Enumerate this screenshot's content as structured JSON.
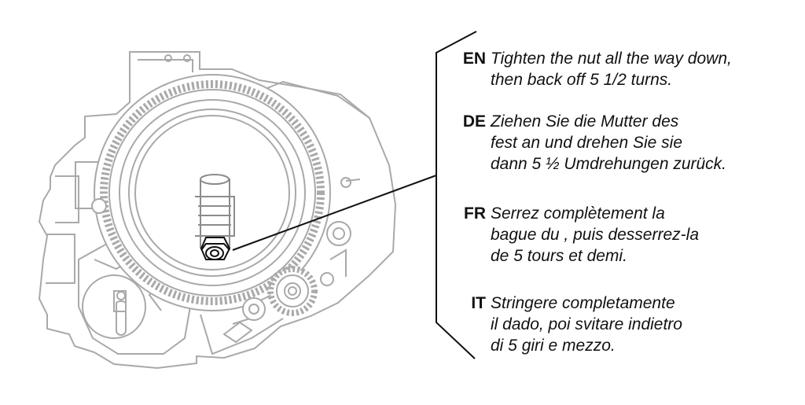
{
  "instructions": [
    {
      "code": "EN",
      "line1": "Tighten the nut all the way down,",
      "line2": "then back off 5 1/2 turns.",
      "line3": ""
    },
    {
      "code": "DE",
      "line1": "Ziehen Sie die Mutter des",
      "line2": "fest an und drehen Sie sie",
      "line3": "dann 5 ½ Umdrehungen zurück."
    },
    {
      "code": "FR",
      "line1": "Serrez complètement la",
      "line2": "bague du , puis desserrez-la",
      "line3": "de 5 tours et demi."
    },
    {
      "code": "IT",
      "line1": "Stringere completamente",
      "line2": "il dado, poi svitare indietro",
      "line3": "di 5 giri e mezzo."
    }
  ],
  "illustration": {
    "icon": "gearbox-assembly-icon",
    "highlight": "adjustment-nut-icon",
    "colors": {
      "outline": "#a9a9a9",
      "callout": "#111111",
      "background": "#ffffff"
    }
  }
}
